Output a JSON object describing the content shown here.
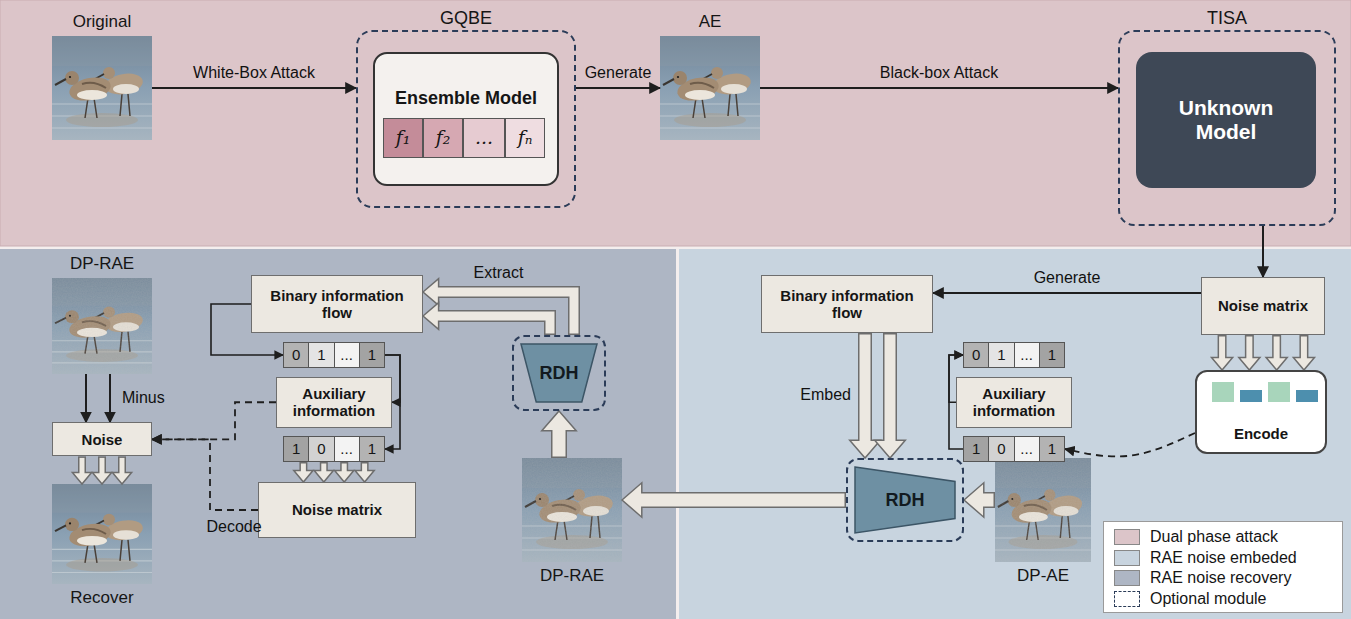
{
  "diagram": {
    "nodes": [
      {
        "text": [
          "Original"
        ]
      },
      {
        "text": [
          "GQBE"
        ]
      },
      {
        "text": [
          "Ensemble Model"
        ],
        "in": 1
      },
      {
        "text": [
          "f₁"
        ],
        "in": 2
      },
      {
        "text": [
          "f₂"
        ],
        "in": 2
      },
      {
        "text": [
          "..."
        ],
        "in": 2
      },
      {
        "text": [
          "fₙ"
        ],
        "in": 2
      },
      {
        "text": [
          "AE"
        ]
      },
      {
        "text": [
          "TISA"
        ]
      },
      {
        "text": [
          "Unknown Model"
        ],
        "in": 8
      },
      {
        "text": [
          "Noise matrix"
        ]
      },
      {
        "text": [
          "Encode"
        ]
      },
      {
        "text": [
          "Auxiliary information"
        ]
      },
      {
        "text": [
          "0",
          "1",
          "...",
          "1"
        ]
      },
      {
        "text": [
          "1",
          "0",
          "...",
          "1"
        ]
      },
      {
        "text": [
          "Binary information flow"
        ]
      },
      {
        "text": [
          "RDH"
        ]
      },
      {
        "text": [
          "DP-AE"
        ]
      },
      {
        "text": [
          "DP-RAE"
        ]
      },
      {
        "text": [
          "RDH"
        ]
      },
      {
        "text": [
          "Binary information flow"
        ]
      },
      {
        "text": [
          "0",
          "1",
          "...",
          "1"
        ]
      },
      {
        "text": [
          "Auxiliary information"
        ]
      },
      {
        "text": [
          "1",
          "0",
          "...",
          "1"
        ]
      },
      {
        "text": [
          "Noise matrix"
        ]
      },
      {
        "text": [
          "DP-RAE"
        ]
      },
      {
        "text": [
          "Noise"
        ]
      },
      {
        "text": [
          "Recover"
        ]
      }
    ],
    "edges": [
      {
        "from": 0,
        "to": 1,
        "arrow": "to",
        "label": "White-Box Attack"
      },
      {
        "from": 1,
        "to": 7,
        "arrow": "to",
        "label": "Generate"
      },
      {
        "from": 7,
        "to": 8,
        "arrow": "to",
        "label": "Black-box Attack"
      },
      {
        "from": 8,
        "to": 10,
        "arrow": "to"
      },
      {
        "from": 10,
        "to": 11,
        "arrow": "to"
      },
      {
        "from": 11,
        "to": 14,
        "arrow": "to"
      },
      {
        "from": 10,
        "to": 15,
        "arrow": "to",
        "label": "Generate"
      },
      {
        "from": 14,
        "to": 13,
        "arrow": "to"
      },
      {
        "from": 12,
        "to": 13,
        "arrow": "to"
      },
      {
        "from": 15,
        "to": 16,
        "arrow": "to",
        "label": "Embed"
      },
      {
        "from": 17,
        "to": 16,
        "arrow": "to"
      },
      {
        "from": 16,
        "to": 18,
        "arrow": "to"
      },
      {
        "from": 18,
        "to": 19,
        "arrow": "to"
      },
      {
        "from": 19,
        "to": 20,
        "arrow": "to",
        "label": "Extract"
      },
      {
        "from": 20,
        "to": 21,
        "arrow": "to"
      },
      {
        "from": 21,
        "to": 22,
        "arrow": "to"
      },
      {
        "from": 21,
        "to": 23,
        "arrow": "to"
      },
      {
        "from": 23,
        "to": 24,
        "arrow": "to"
      },
      {
        "from": 22,
        "to": 26,
        "arrow": "to"
      },
      {
        "from": 24,
        "to": 26,
        "arrow": "to",
        "label": "Decode"
      },
      {
        "from": 25,
        "to": 26,
        "arrow": "to",
        "label": "Minus"
      },
      {
        "from": 26,
        "to": 27,
        "arrow": "to"
      }
    ],
    "legend": [
      {
        "text": "Dual phase attack",
        "color": "#dcc5c9"
      },
      {
        "text": "RAE noise embeded",
        "color": "#c8d4df"
      },
      {
        "text": "RAE noise recovery",
        "color": "#aeb6c4"
      },
      {
        "text": "Optional module"
      }
    ]
  }
}
